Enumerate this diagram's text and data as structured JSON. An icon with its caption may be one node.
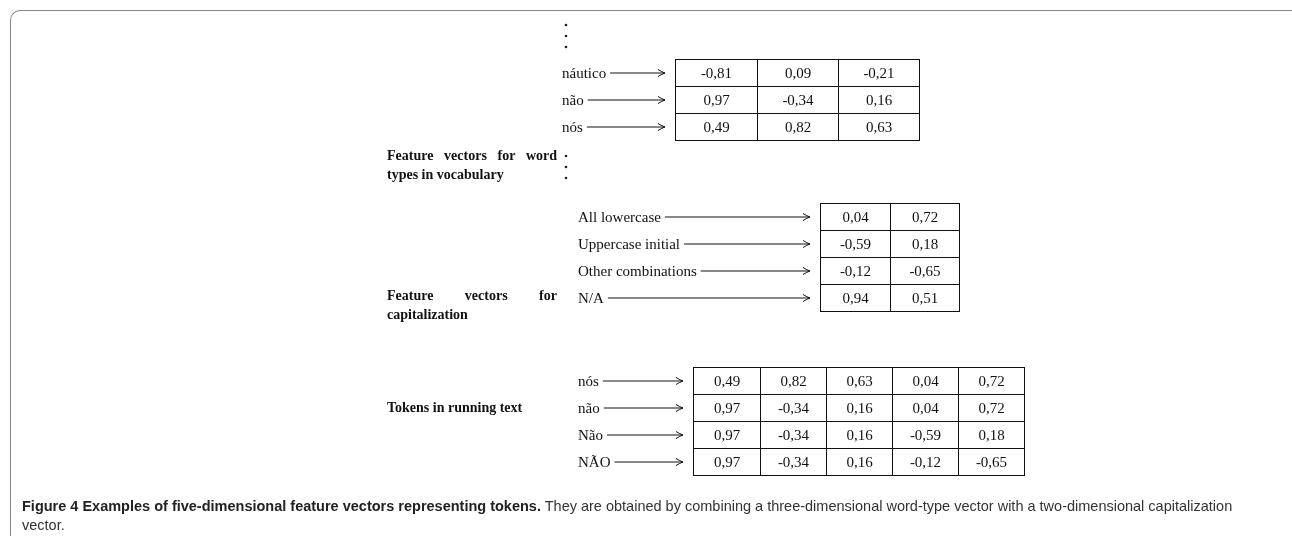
{
  "diagram": {
    "caption": "**Figure 4 Examples of five-dimensional feature vectors representing tokens.** They are obtained by combining a three-dimensional word-type vector with a two-dimensional capitalization vector.",
    "nodes": [
      {
        "text": [
          "náutico"
        ]
      },
      {
        "text": [
          "-0,81",
          "0,09",
          "-0,21"
        ]
      },
      {
        "text": [
          "não"
        ]
      },
      {
        "text": [
          "0,97",
          "-0,34",
          "0,16"
        ]
      },
      {
        "text": [
          "nós"
        ]
      },
      {
        "text": [
          "0,49",
          "0,82",
          "0,63"
        ]
      },
      {
        "text": [
          "All lowercase"
        ]
      },
      {
        "text": [
          "0,04",
          "0,72"
        ]
      },
      {
        "text": [
          "Uppercase initial"
        ]
      },
      {
        "text": [
          "-0,59",
          "0,18"
        ]
      },
      {
        "text": [
          "Other combinations"
        ]
      },
      {
        "text": [
          "-0,12",
          "-0,65"
        ]
      },
      {
        "text": [
          "N/A"
        ]
      },
      {
        "text": [
          "0,94",
          "0,51"
        ]
      },
      {
        "text": [
          "nós"
        ]
      },
      {
        "text": [
          "0,49",
          "0,82",
          "0,63",
          "0,04",
          "0,72"
        ]
      },
      {
        "text": [
          "não"
        ]
      },
      {
        "text": [
          "0,97",
          "-0,34",
          "0,16",
          "0,04",
          "0,72"
        ]
      },
      {
        "text": [
          "Não"
        ]
      },
      {
        "text": [
          "0,97",
          "-0,34",
          "0,16",
          "-0,59",
          "0,18"
        ]
      },
      {
        "text": [
          "NÃO"
        ]
      },
      {
        "text": [
          "0,97",
          "-0,34",
          "0,16",
          "-0,12",
          "-0,65"
        ]
      }
    ],
    "edges": [
      {
        "from": 0,
        "to": 1,
        "arrow": "to"
      },
      {
        "from": 2,
        "to": 3,
        "arrow": "to"
      },
      {
        "from": 4,
        "to": 5,
        "arrow": "to"
      },
      {
        "from": 6,
        "to": 7,
        "arrow": "to"
      },
      {
        "from": 8,
        "to": 9,
        "arrow": "to"
      },
      {
        "from": 10,
        "to": 11,
        "arrow": "to"
      },
      {
        "from": 12,
        "to": 13,
        "arrow": "to"
      },
      {
        "from": 14,
        "to": 15,
        "arrow": "to"
      },
      {
        "from": 16,
        "to": 17,
        "arrow": "to"
      },
      {
        "from": 18,
        "to": 19,
        "arrow": "to"
      },
      {
        "from": 20,
        "to": 21,
        "arrow": "to"
      }
    ],
    "labels": [
      "Feature vectors for word types in vocabulary",
      "Feature vectors for capitalization",
      "Tokens in running text"
    ]
  }
}
